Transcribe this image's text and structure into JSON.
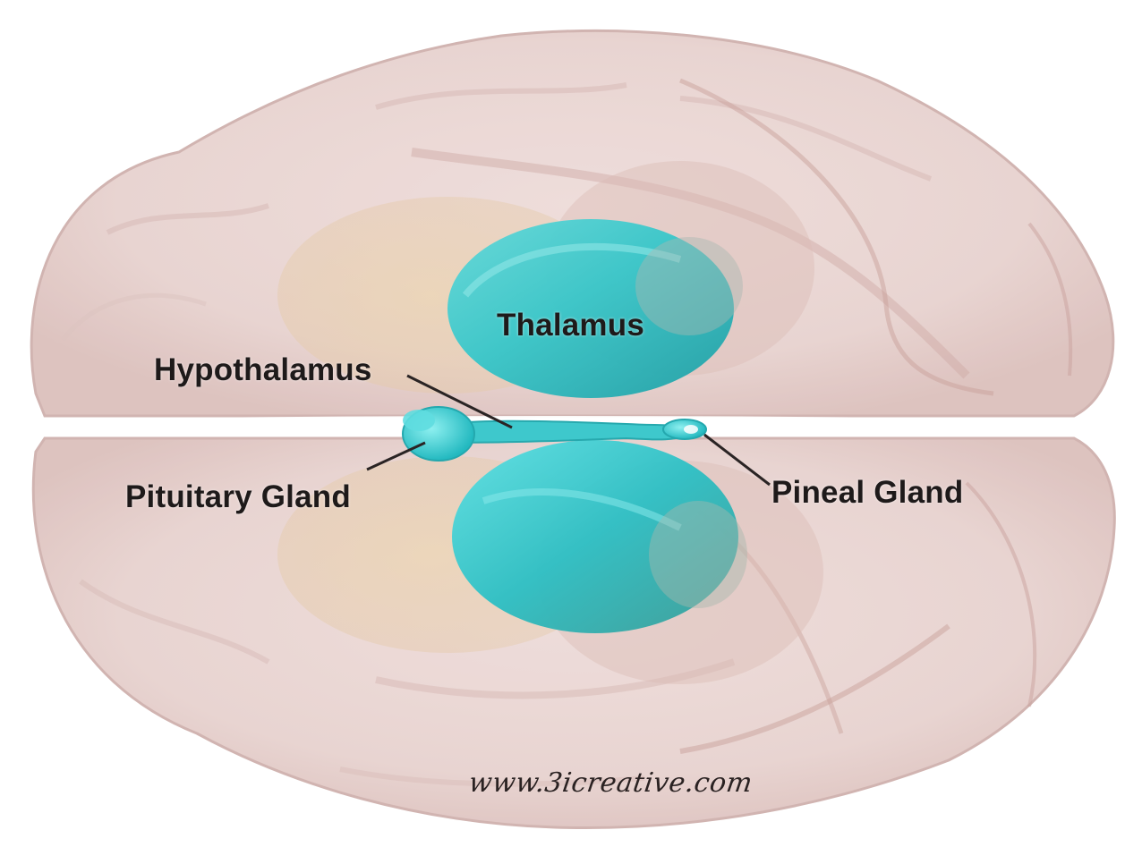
{
  "labels": {
    "thalamus": "Thalamus",
    "hypothalamus": "Hypothalamus",
    "pituitary_gland": "Pituitary Gland",
    "pineal_gland": "Pineal Gland"
  },
  "watermark": "www.3icreative.com",
  "colors": {
    "brain_tissue": "#e6cfcd",
    "brain_outline": "#c9a8a4",
    "deep_structure": "#e8cf9e",
    "thalamus": "#3fc9cc",
    "gland": "#45d3d6",
    "leader_line": "#2a2424",
    "label_text": "#1e1a1a"
  }
}
